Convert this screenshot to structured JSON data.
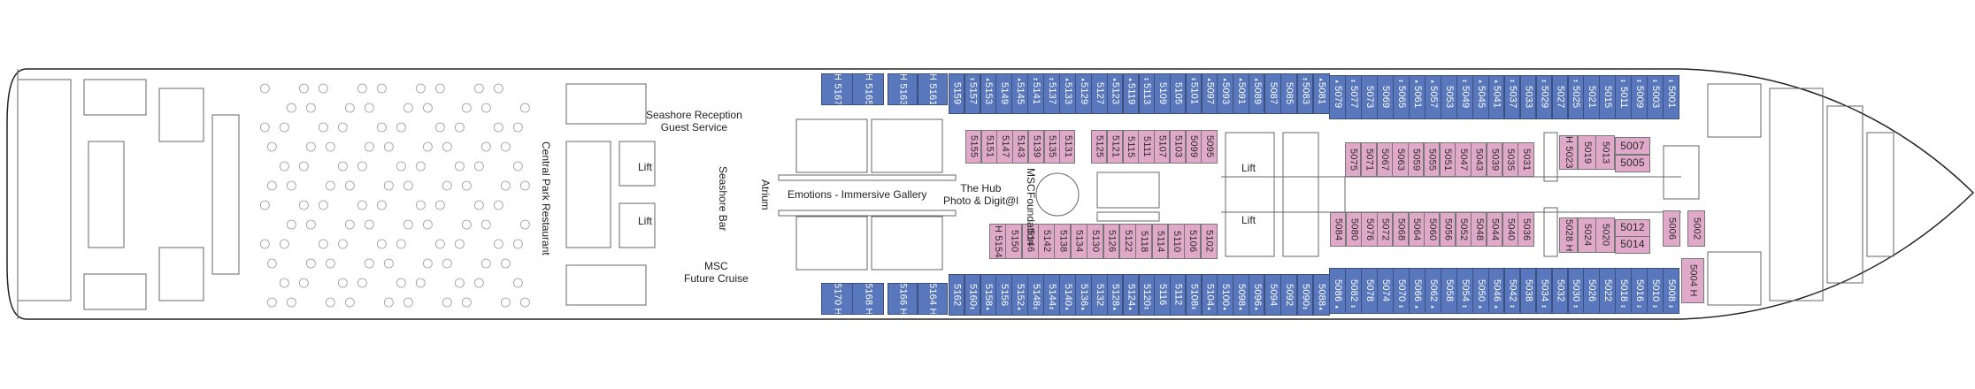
{
  "colors": {
    "balcony_cabin": "#5877bd",
    "interior_cabin": "#e1a9c9",
    "walls": "#555555"
  },
  "venues": {
    "central_park": "Central Park Restaurant",
    "reception_line1": "Seashore Reception",
    "reception_line2": "Guest Service",
    "lift_fwd_top": "Lift",
    "lift_fwd_bottom": "Lift",
    "seashore_bar": "Seashore Bar",
    "atrium": "Atrium",
    "future_cruise_line1": "MSC",
    "future_cruise_line2": "Future Cruise",
    "emotions": "Emotions - Immersive Gallery",
    "hub_line1": "The Hub",
    "hub_line2": "Photo & Digit@l",
    "foundation_line1": "MSC",
    "foundation_line2": "Foundation",
    "lift_mid_top": "Lift",
    "lift_mid_bottom": "Lift"
  },
  "cabins": {
    "top_outer": [
      [
        {
          "label": "H 5167",
          "mark": ""
        },
        {
          "label": "H 5165",
          "mark": ""
        }
      ],
      [
        {
          "label": "H 5163",
          "mark": ""
        },
        {
          "label": "H 5161",
          "mark": ""
        }
      ],
      [
        {
          "label": "5159",
          "mark": ""
        },
        {
          "label": "5157",
          "mark": "dots"
        },
        {
          "label": "5153",
          "mark": "arrow"
        },
        {
          "label": "5149",
          "mark": ""
        }
      ],
      [
        {
          "label": "5145",
          "mark": "arrow"
        },
        {
          "label": "5141",
          "mark": "dots"
        },
        {
          "label": "5137",
          "mark": "dots"
        },
        {
          "label": "5133",
          "mark": "arrow"
        },
        {
          "label": "5129",
          "mark": "arrow"
        },
        {
          "label": "5127",
          "mark": ""
        }
      ],
      [
        {
          "label": "5123",
          "mark": "arrow"
        },
        {
          "label": "5119",
          "mark": "arrow"
        },
        {
          "label": "5113",
          "mark": "dots"
        },
        {
          "label": "5109",
          "mark": ""
        }
      ],
      [
        {
          "label": "5105",
          "mark": ""
        },
        {
          "label": "5101",
          "mark": "dots"
        },
        {
          "label": "5097",
          "mark": "arrow"
        },
        {
          "label": "5093",
          "mark": "arrow"
        },
        {
          "label": "5091",
          "mark": "arrow"
        },
        {
          "label": "5089",
          "mark": "arrow"
        }
      ],
      [
        {
          "label": "5087",
          "mark": ""
        },
        {
          "label": "5085",
          "mark": ""
        },
        {
          "label": "5083",
          "mark": "dots"
        },
        {
          "label": "5081",
          "mark": "arrow"
        }
      ],
      [
        {
          "label": "5079",
          "mark": "arrow"
        },
        {
          "label": "5077",
          "mark": "dots"
        },
        {
          "label": "5073",
          "mark": ""
        },
        {
          "label": "5069",
          "mark": ""
        },
        {
          "label": "5065",
          "mark": "dots"
        },
        {
          "label": "5061",
          "mark": "arrow"
        }
      ],
      [
        {
          "label": "5057",
          "mark": "arrow"
        },
        {
          "label": "5053",
          "mark": ""
        },
        {
          "label": "5049",
          "mark": "dots"
        },
        {
          "label": "5045",
          "mark": "arrow"
        }
      ],
      [
        {
          "label": "5041",
          "mark": "arrow"
        },
        {
          "label": "5037",
          "mark": "dots"
        },
        {
          "label": "5033",
          "mark": ""
        },
        {
          "label": "5029",
          "mark": "dots"
        },
        {
          "label": "5027",
          "mark": ""
        },
        {
          "label": "5025",
          "mark": "dots"
        },
        {
          "label": "5021",
          "mark": ""
        },
        {
          "label": "5015",
          "mark": ""
        }
      ],
      [
        {
          "label": "5011",
          "mark": "dots"
        },
        {
          "label": "5009",
          "mark": "dots"
        },
        {
          "label": "5003",
          "mark": "dots"
        },
        {
          "label": "5001",
          "mark": "dots"
        }
      ]
    ],
    "bottom_outer": [
      [
        {
          "label": "5170 H",
          "mark": ""
        },
        {
          "label": "5168 H",
          "mark": ""
        }
      ],
      [
        {
          "label": "5166 H",
          "mark": ""
        },
        {
          "label": "5164 H",
          "mark": ""
        }
      ],
      [
        {
          "label": "5162",
          "mark": ""
        },
        {
          "label": "5160",
          "mark": "dots"
        },
        {
          "label": "5158",
          "mark": "arrow"
        },
        {
          "label": "5156",
          "mark": ""
        }
      ],
      [
        {
          "label": "5152",
          "mark": "arrow"
        },
        {
          "label": "5148",
          "mark": "dots"
        },
        {
          "label": "5144",
          "mark": "dots"
        },
        {
          "label": "5140",
          "mark": "arrow"
        },
        {
          "label": "5136",
          "mark": "arrow"
        },
        {
          "label": "5132",
          "mark": ""
        }
      ],
      [
        {
          "label": "5128",
          "mark": "arrow"
        },
        {
          "label": "5124",
          "mark": "arrow"
        },
        {
          "label": "5120",
          "mark": "dots"
        },
        {
          "label": "5116",
          "mark": ""
        }
      ],
      [
        {
          "label": "5112",
          "mark": ""
        },
        {
          "label": "5108",
          "mark": "dots"
        },
        {
          "label": "5104",
          "mark": "arrow"
        },
        {
          "label": "5100",
          "mark": "arrow"
        },
        {
          "label": "5098",
          "mark": "arrow"
        },
        {
          "label": "5096",
          "mark": "arrow"
        }
      ],
      [
        {
          "label": "5094",
          "mark": ""
        },
        {
          "label": "5092",
          "mark": ""
        },
        {
          "label": "5090",
          "mark": "dots"
        },
        {
          "label": "5088",
          "mark": "arrow"
        }
      ],
      [
        {
          "label": "5086",
          "mark": "arrow"
        },
        {
          "label": "5082",
          "mark": "dots"
        },
        {
          "label": "5078",
          "mark": ""
        },
        {
          "label": "5074",
          "mark": ""
        },
        {
          "label": "5070",
          "mark": "dots"
        },
        {
          "label": "5066",
          "mark": "arrow"
        }
      ],
      [
        {
          "label": "5062",
          "mark": "arrow"
        },
        {
          "label": "5058",
          "mark": ""
        },
        {
          "label": "5054",
          "mark": "dots"
        },
        {
          "label": "5050",
          "mark": "arrow"
        }
      ],
      [
        {
          "label": "5046",
          "mark": "arrow"
        },
        {
          "label": "5042",
          "mark": "dots"
        },
        {
          "label": "5038",
          "mark": ""
        },
        {
          "label": "5034",
          "mark": "dots"
        },
        {
          "label": "5032",
          "mark": ""
        },
        {
          "label": "5030",
          "mark": "dots"
        },
        {
          "label": "5026",
          "mark": ""
        },
        {
          "label": "5022",
          "mark": ""
        }
      ],
      [
        {
          "label": "5018",
          "mark": "dots"
        },
        {
          "label": "5016",
          "mark": "dots"
        },
        {
          "label": "5010",
          "mark": "dots"
        },
        {
          "label": "5008",
          "mark": "dots"
        }
      ]
    ],
    "inner": [
      [
        {
          "label": "5155"
        },
        {
          "label": "5151"
        },
        {
          "label": "5147"
        },
        {
          "label": "5143"
        },
        {
          "label": "5139"
        },
        {
          "label": "5135"
        },
        {
          "label": "5131"
        }
      ],
      [
        {
          "label": "5125"
        },
        {
          "label": "5121"
        },
        {
          "label": "5115"
        },
        {
          "label": "5111"
        },
        {
          "label": "5107"
        },
        {
          "label": "5103"
        },
        {
          "label": "5099"
        },
        {
          "label": "5095"
        }
      ],
      [
        {
          "label": "5075"
        },
        {
          "label": "5071"
        },
        {
          "label": "5067"
        },
        {
          "label": "5063"
        },
        {
          "label": "5059"
        },
        {
          "label": "5055"
        },
        {
          "label": "5051"
        },
        {
          "label": "5047"
        },
        {
          "label": "5043"
        },
        {
          "label": "5039"
        },
        {
          "label": "5035"
        },
        {
          "label": "5031"
        }
      ],
      [
        {
          "label": "H 5023"
        },
        {
          "label": "5019"
        },
        {
          "label": "5013"
        }
      ],
      [
        {
          "label": "5007"
        },
        {
          "label": "5005"
        }
      ],
      [
        {
          "label": "H 5154"
        },
        {
          "label": "5150"
        },
        {
          "label": "5146"
        },
        {
          "label": "5142"
        },
        {
          "label": "5138"
        },
        {
          "label": "5134"
        },
        {
          "label": "5130"
        },
        {
          "label": "5126"
        },
        {
          "label": "5122"
        },
        {
          "label": "5118"
        },
        {
          "label": "5114"
        },
        {
          "label": "5110"
        },
        {
          "label": "5106"
        },
        {
          "label": "5102"
        }
      ],
      [
        {
          "label": "5084"
        },
        {
          "label": "5080"
        },
        {
          "label": "5076"
        },
        {
          "label": "5072"
        },
        {
          "label": "5068"
        },
        {
          "label": "5064"
        },
        {
          "label": "5060"
        },
        {
          "label": "5056"
        },
        {
          "label": "5052"
        },
        {
          "label": "5048"
        },
        {
          "label": "5044"
        },
        {
          "label": "5040"
        },
        {
          "label": "5036"
        }
      ],
      [
        {
          "label": "5028 H"
        },
        {
          "label": "5024"
        },
        {
          "label": "5020"
        }
      ],
      [
        {
          "label": "5012"
        },
        {
          "label": "5014"
        }
      ],
      [
        {
          "label": "5006"
        }
      ],
      [
        {
          "label": "5002"
        }
      ],
      [
        {
          "label": "5004 H"
        }
      ]
    ]
  },
  "cabin_marks": {
    "dots": "••",
    "arrow": "▸"
  }
}
